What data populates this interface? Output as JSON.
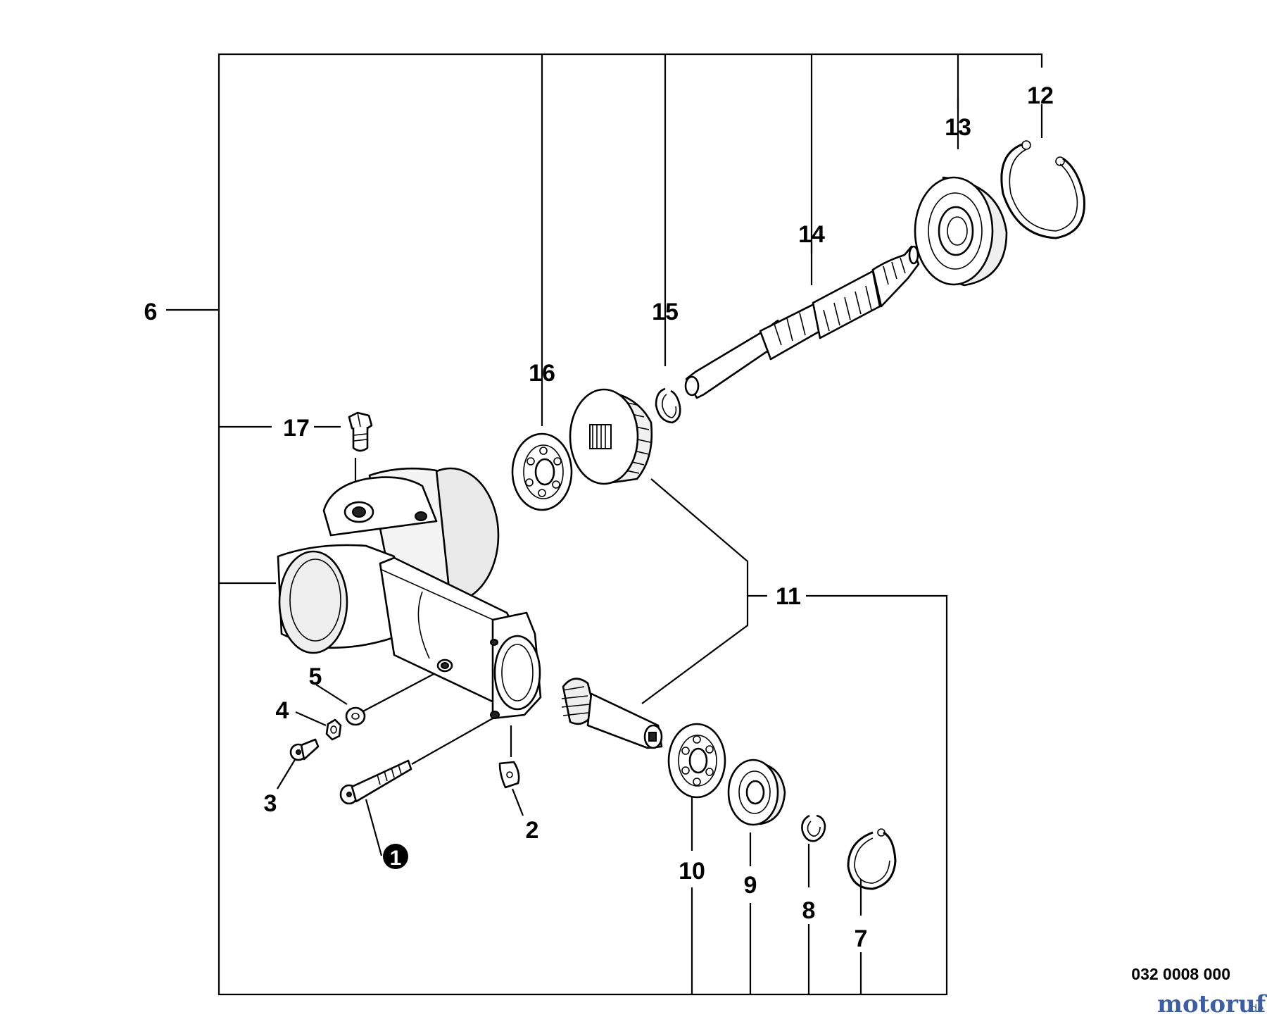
{
  "callouts": {
    "c1": "1",
    "c2": "2",
    "c3": "3",
    "c4": "4",
    "c5": "5",
    "c6": "6",
    "c7": "7",
    "c8": "8",
    "c9": "9",
    "c10": "10",
    "c11": "11",
    "c12": "12",
    "c13": "13",
    "c14": "14",
    "c15": "15",
    "c16": "16",
    "c17": "17"
  },
  "drawing_code": "032 0008 000",
  "watermark": {
    "brand": "motoruf",
    "tld": ".de"
  }
}
